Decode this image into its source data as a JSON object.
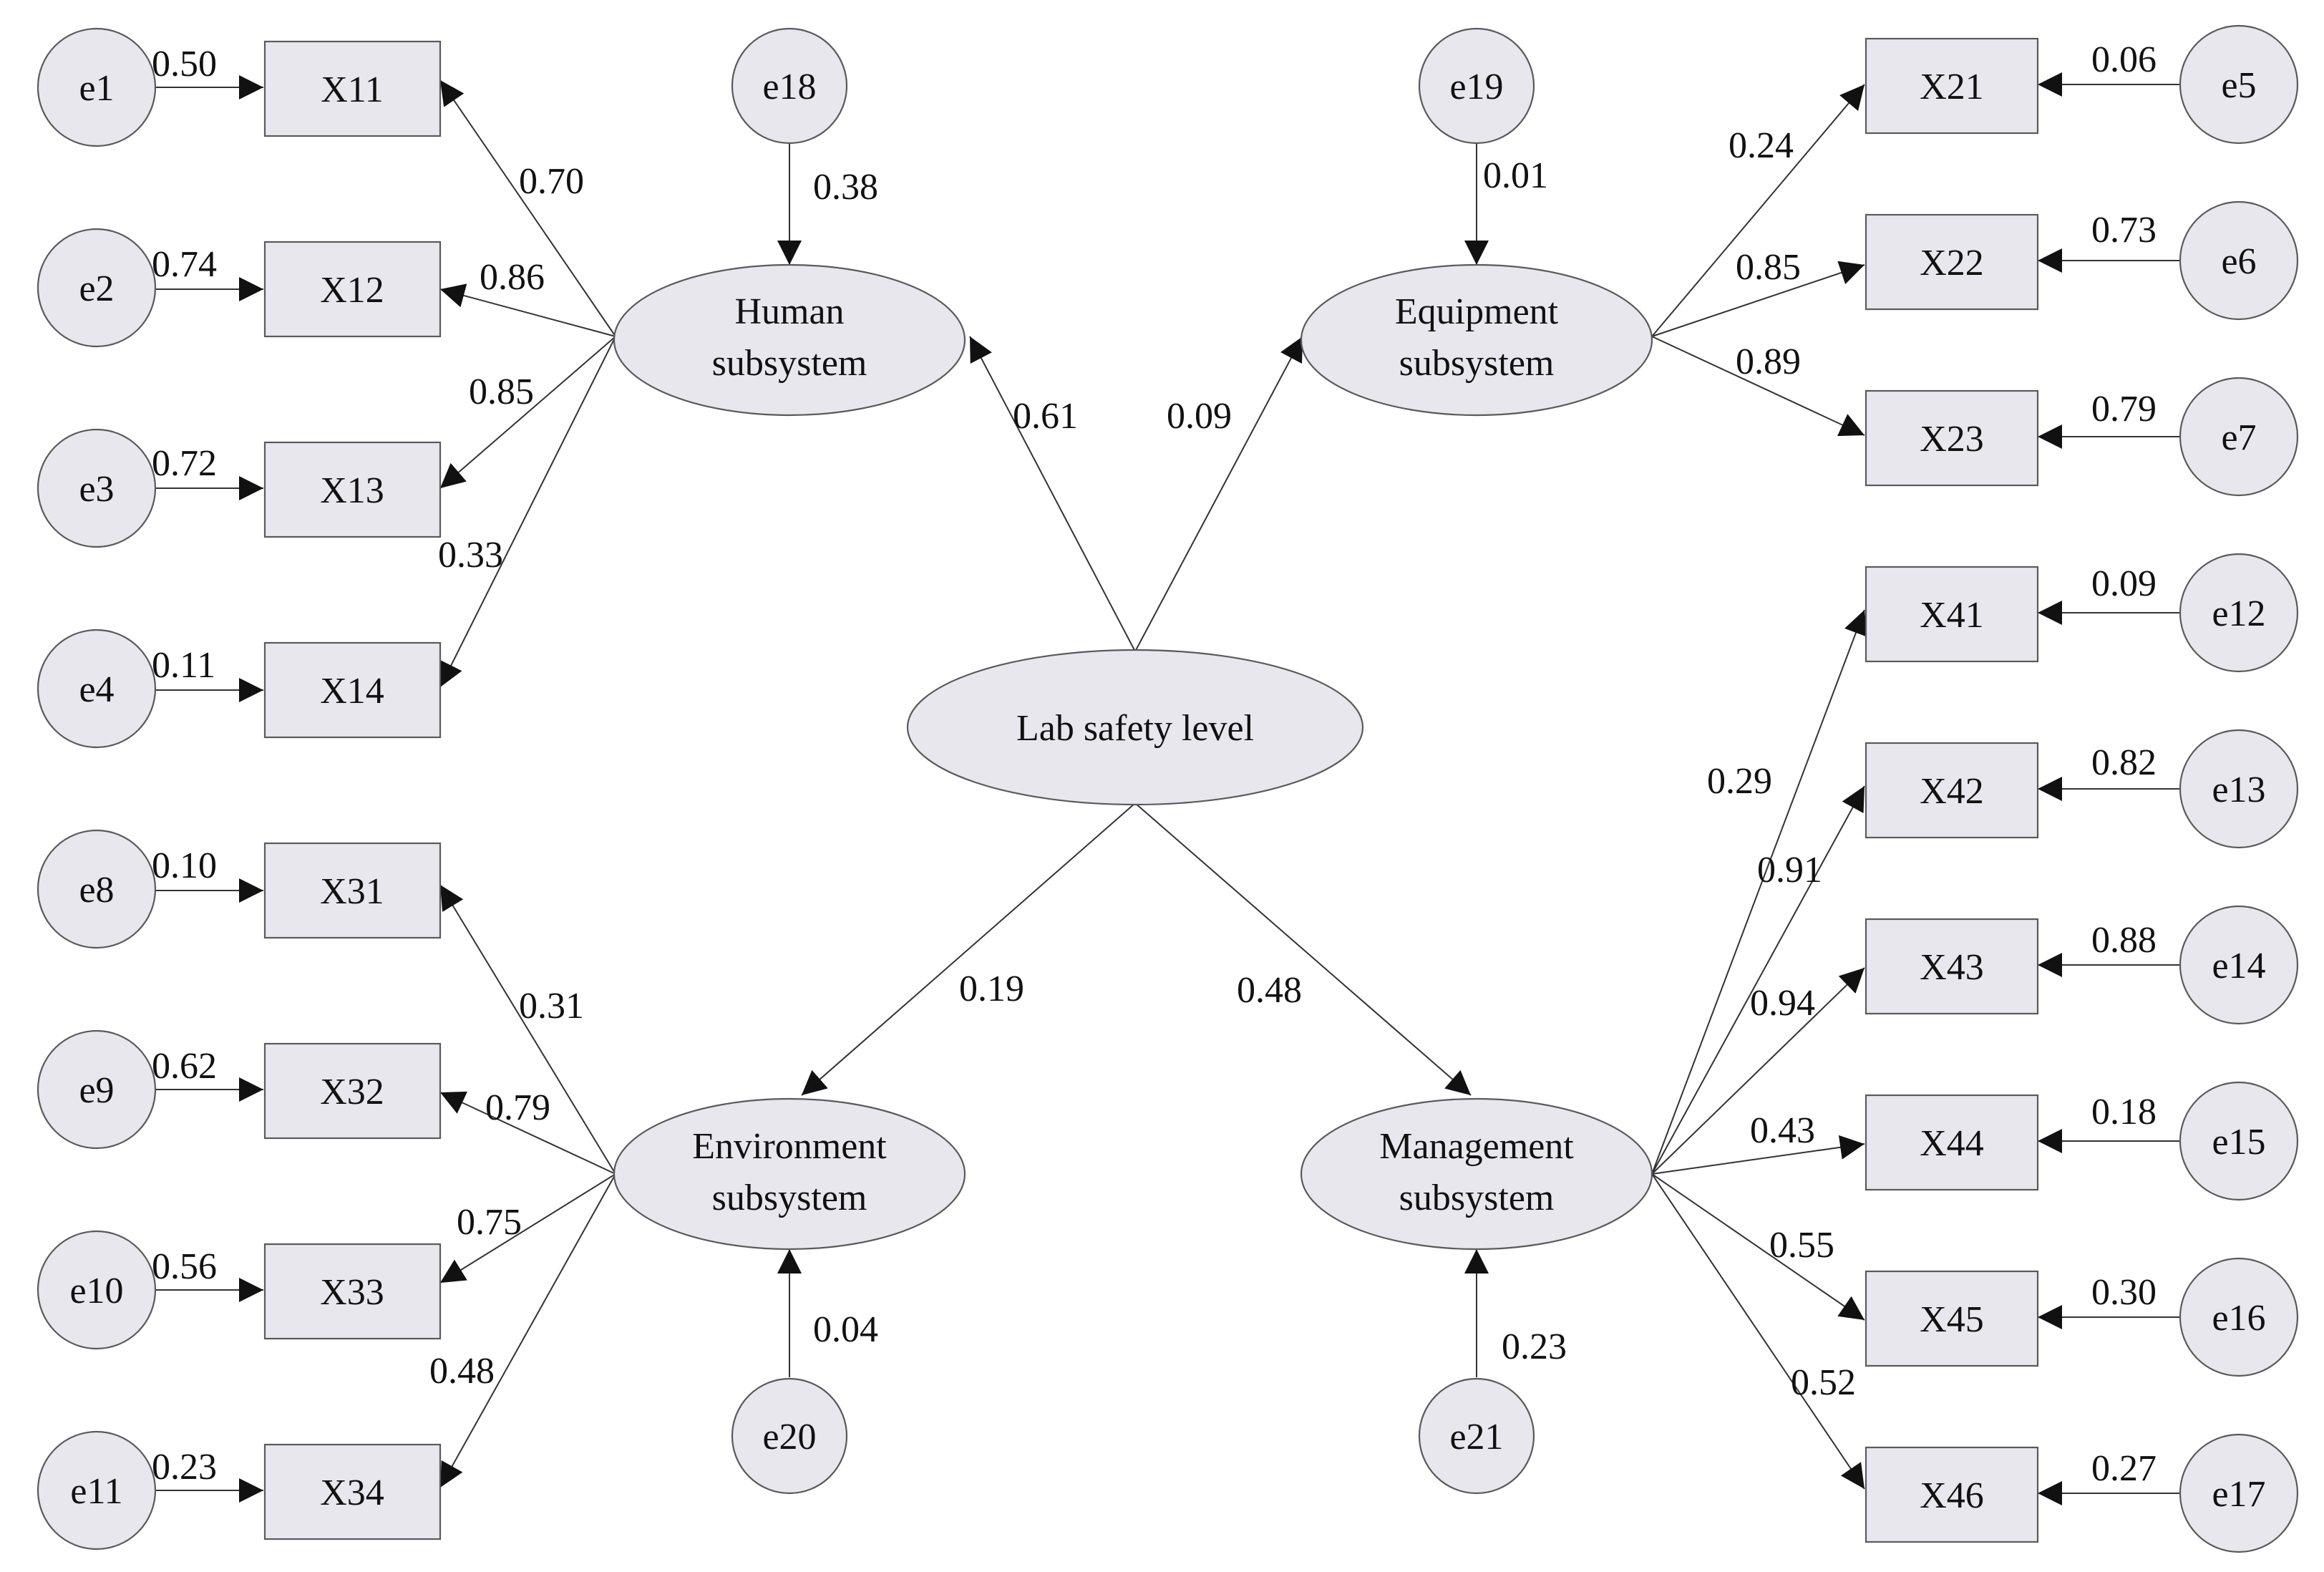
{
  "central": {
    "label": "Lab safety level"
  },
  "latents": {
    "human": {
      "line1": "Human",
      "line2": "subsystem"
    },
    "equipment": {
      "line1": "Equipment",
      "line2": "subsystem"
    },
    "environment": {
      "line1": "Environment",
      "line2": "subsystem"
    },
    "management": {
      "line1": "Management",
      "line2": "subsystem"
    }
  },
  "structural_paths": [
    {
      "to": "human",
      "value": "0.61"
    },
    {
      "to": "equipment",
      "value": "0.09"
    },
    {
      "to": "environment",
      "value": "0.19"
    },
    {
      "to": "management",
      "value": "0.48"
    }
  ],
  "disturbances": [
    {
      "label": "e18",
      "latent": "human",
      "value": "0.38"
    },
    {
      "label": "e19",
      "latent": "equipment",
      "value": "0.01"
    },
    {
      "label": "e20",
      "latent": "environment",
      "value": "0.04"
    },
    {
      "label": "e21",
      "latent": "management",
      "value": "0.23"
    }
  ],
  "indicators": [
    {
      "label": "X11",
      "latent": "human",
      "loading": "0.70",
      "error": "e1",
      "error_value": "0.50"
    },
    {
      "label": "X12",
      "latent": "human",
      "loading": "0.86",
      "error": "e2",
      "error_value": "0.74"
    },
    {
      "label": "X13",
      "latent": "human",
      "loading": "0.85",
      "error": "e3",
      "error_value": "0.72"
    },
    {
      "label": "X14",
      "latent": "human",
      "loading": "0.33",
      "error": "e4",
      "error_value": "0.11"
    },
    {
      "label": "X21",
      "latent": "equipment",
      "loading": "0.24",
      "error": "e5",
      "error_value": "0.06"
    },
    {
      "label": "X22",
      "latent": "equipment",
      "loading": "0.85",
      "error": "e6",
      "error_value": "0.73"
    },
    {
      "label": "X23",
      "latent": "equipment",
      "loading": "0.89",
      "error": "e7",
      "error_value": "0.79"
    },
    {
      "label": "X31",
      "latent": "environment",
      "loading": "0.31",
      "error": "e8",
      "error_value": "0.10"
    },
    {
      "label": "X32",
      "latent": "environment",
      "loading": "0.79",
      "error": "e9",
      "error_value": "0.62"
    },
    {
      "label": "X33",
      "latent": "environment",
      "loading": "0.75",
      "error": "e10",
      "error_value": "0.56"
    },
    {
      "label": "X34",
      "latent": "environment",
      "loading": "0.48",
      "error": "e11",
      "error_value": "0.23"
    },
    {
      "label": "X41",
      "latent": "management",
      "loading": "0.29",
      "error": "e12",
      "error_value": "0.09"
    },
    {
      "label": "X42",
      "latent": "management",
      "loading": "0.91",
      "error": "e13",
      "error_value": "0.82"
    },
    {
      "label": "X43",
      "latent": "management",
      "loading": "0.94",
      "error": "e14",
      "error_value": "0.88"
    },
    {
      "label": "X44",
      "latent": "management",
      "loading": "0.43",
      "error": "e15",
      "error_value": "0.18"
    },
    {
      "label": "X45",
      "latent": "management",
      "loading": "0.55",
      "error": "e16",
      "error_value": "0.30"
    },
    {
      "label": "X46",
      "latent": "management",
      "loading": "0.52",
      "error": "e17",
      "error_value": "0.27"
    }
  ],
  "colors": {
    "node_fill": "#e9e7ee",
    "node_stroke": "#5a5a5a",
    "edge": "#333333",
    "text": "#111111"
  }
}
